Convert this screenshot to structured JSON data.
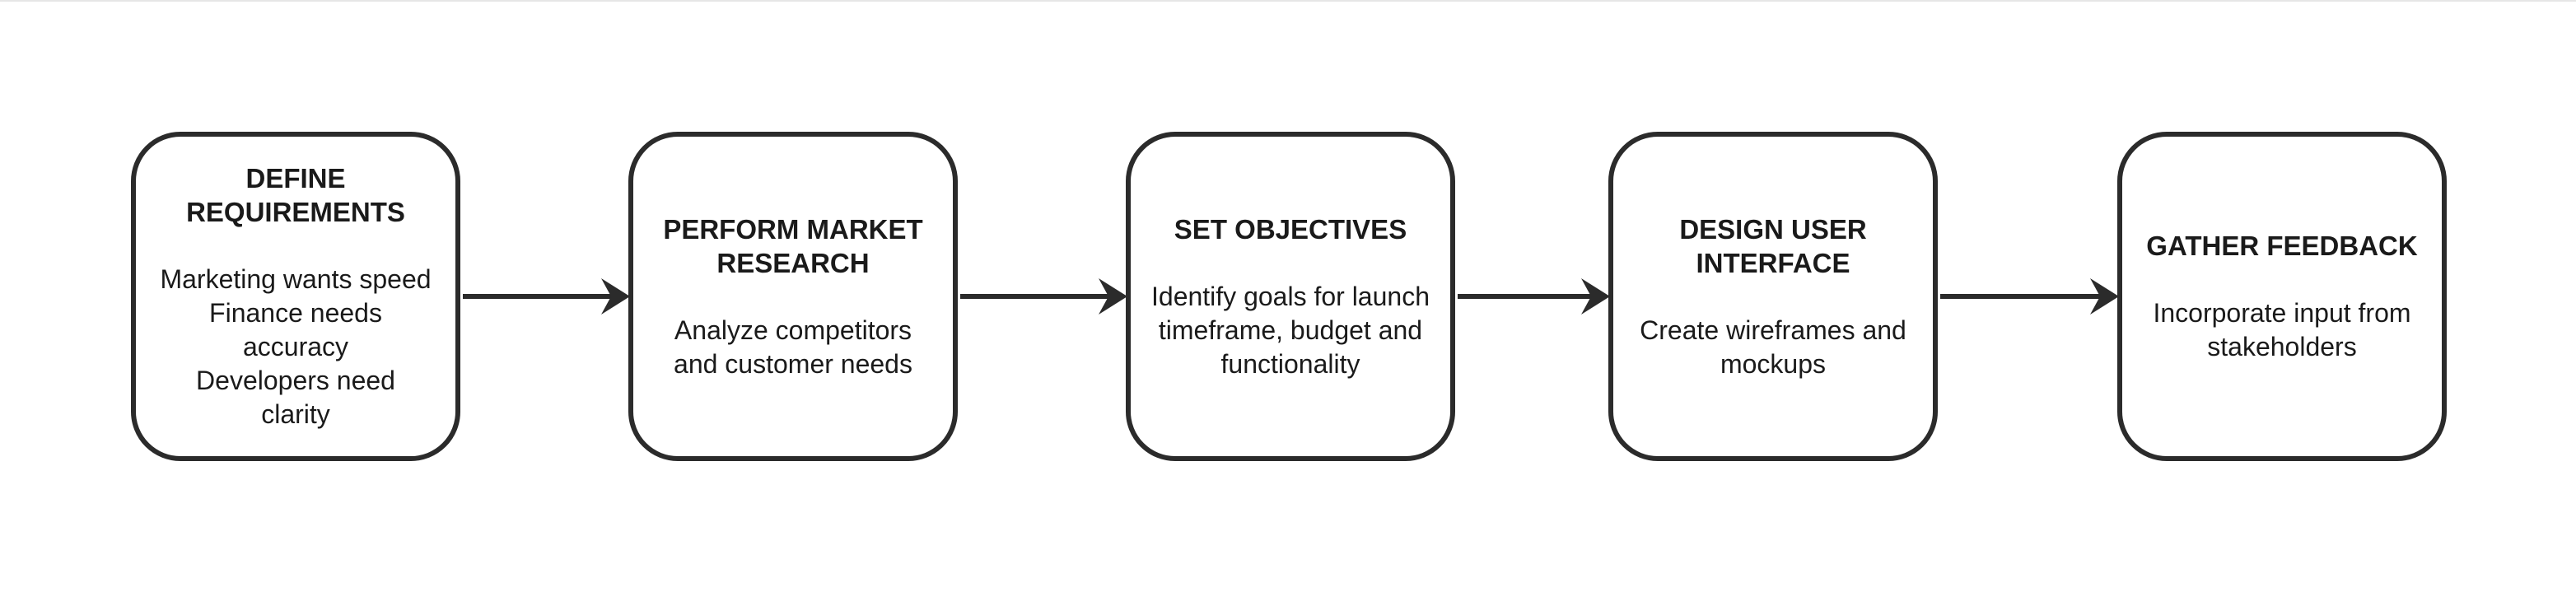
{
  "diagram": {
    "steps": [
      {
        "title_lines": [
          "DEFINE",
          "REQUIREMENTS"
        ],
        "desc_lines": [
          "Marketing wants speed",
          "Finance needs",
          "accuracy",
          "Developers need",
          "clarity"
        ]
      },
      {
        "title_lines": [
          "PERFORM MARKET",
          "RESEARCH"
        ],
        "desc_lines": [
          "Analyze competitors",
          "and customer needs"
        ]
      },
      {
        "title_lines": [
          "SET OBJECTIVES"
        ],
        "desc_lines": [
          "Identify goals for launch",
          "timeframe, budget and",
          "functionality"
        ]
      },
      {
        "title_lines": [
          "DESIGN USER",
          "INTERFACE"
        ],
        "desc_lines": [
          "Create wireframes and",
          "mockups"
        ]
      },
      {
        "title_lines": [
          "GATHER FEEDBACK"
        ],
        "desc_lines": [
          "Incorporate input from",
          "stakeholders"
        ]
      }
    ],
    "colors": {
      "stroke": "#2b2b2b",
      "text": "#1a1a1a",
      "background": "#ffffff"
    }
  }
}
